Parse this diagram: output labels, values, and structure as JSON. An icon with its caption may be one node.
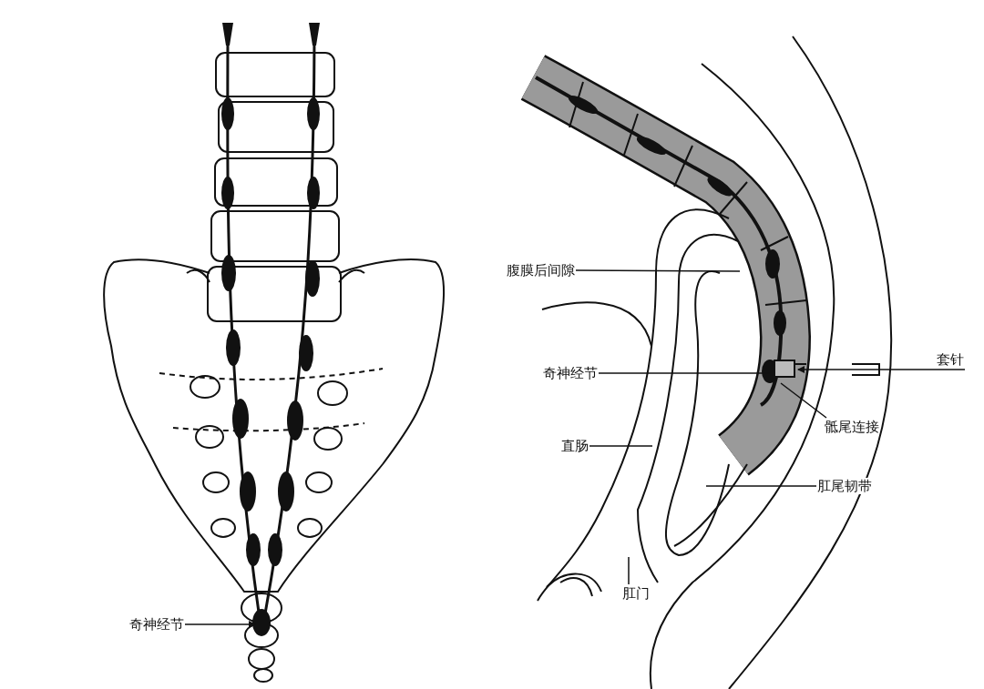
{
  "diagram": {
    "nodes": [
      {
        "text": [
          "奇神经节"
        ]
      },
      {
        "text": [
          "腹膜后间隙"
        ]
      },
      {
        "text": [
          "奇神经节"
        ]
      },
      {
        "text": [
          "直肠"
        ]
      },
      {
        "text": [
          "骶尾连接"
        ]
      },
      {
        "text": [
          "肛尾韧带"
        ]
      },
      {
        "text": [
          "肛门"
        ]
      },
      {
        "text": [
          "套针"
        ]
      }
    ],
    "edges": [
      {
        "from": 0,
        "to": null,
        "arrow": "to"
      },
      {
        "from": 1,
        "to": null,
        "arrow": "none"
      },
      {
        "from": 2,
        "to": null,
        "arrow": "none"
      },
      {
        "from": 3,
        "to": null,
        "arrow": "none"
      },
      {
        "from": 4,
        "to": null,
        "arrow": "none"
      },
      {
        "from": 5,
        "to": null,
        "arrow": "none"
      },
      {
        "from": 6,
        "to": null,
        "arrow": "none"
      },
      {
        "from": 7,
        "to": null,
        "arrow": "to"
      }
    ]
  }
}
